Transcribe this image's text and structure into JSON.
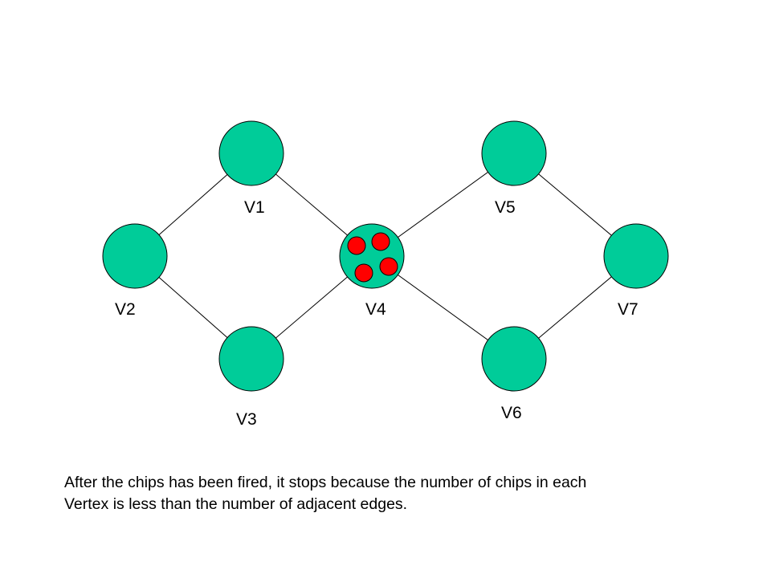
{
  "colors": {
    "vertex_fill": "#00cc99",
    "vertex_stroke": "#000000",
    "edge": "#000000",
    "chip_fill": "#ff0000",
    "chip_stroke": "#000000"
  },
  "vertices": [
    {
      "id": "V1",
      "label": "V1"
    },
    {
      "id": "V2",
      "label": "V2"
    },
    {
      "id": "V3",
      "label": "V3"
    },
    {
      "id": "V4",
      "label": "V4"
    },
    {
      "id": "V5",
      "label": "V5"
    },
    {
      "id": "V6",
      "label": "V6"
    },
    {
      "id": "V7",
      "label": "V7"
    }
  ],
  "edges": [
    [
      "V2",
      "V1"
    ],
    [
      "V2",
      "V3"
    ],
    [
      "V1",
      "V4"
    ],
    [
      "V3",
      "V4"
    ],
    [
      "V4",
      "V5"
    ],
    [
      "V4",
      "V6"
    ],
    [
      "V5",
      "V7"
    ],
    [
      "V6",
      "V7"
    ]
  ],
  "chips": {
    "V4": 4
  },
  "caption": {
    "line1": "After the chips has been fired, it stops because the number of chips in each",
    "line2": "Vertex is less than the number of adjacent edges."
  }
}
